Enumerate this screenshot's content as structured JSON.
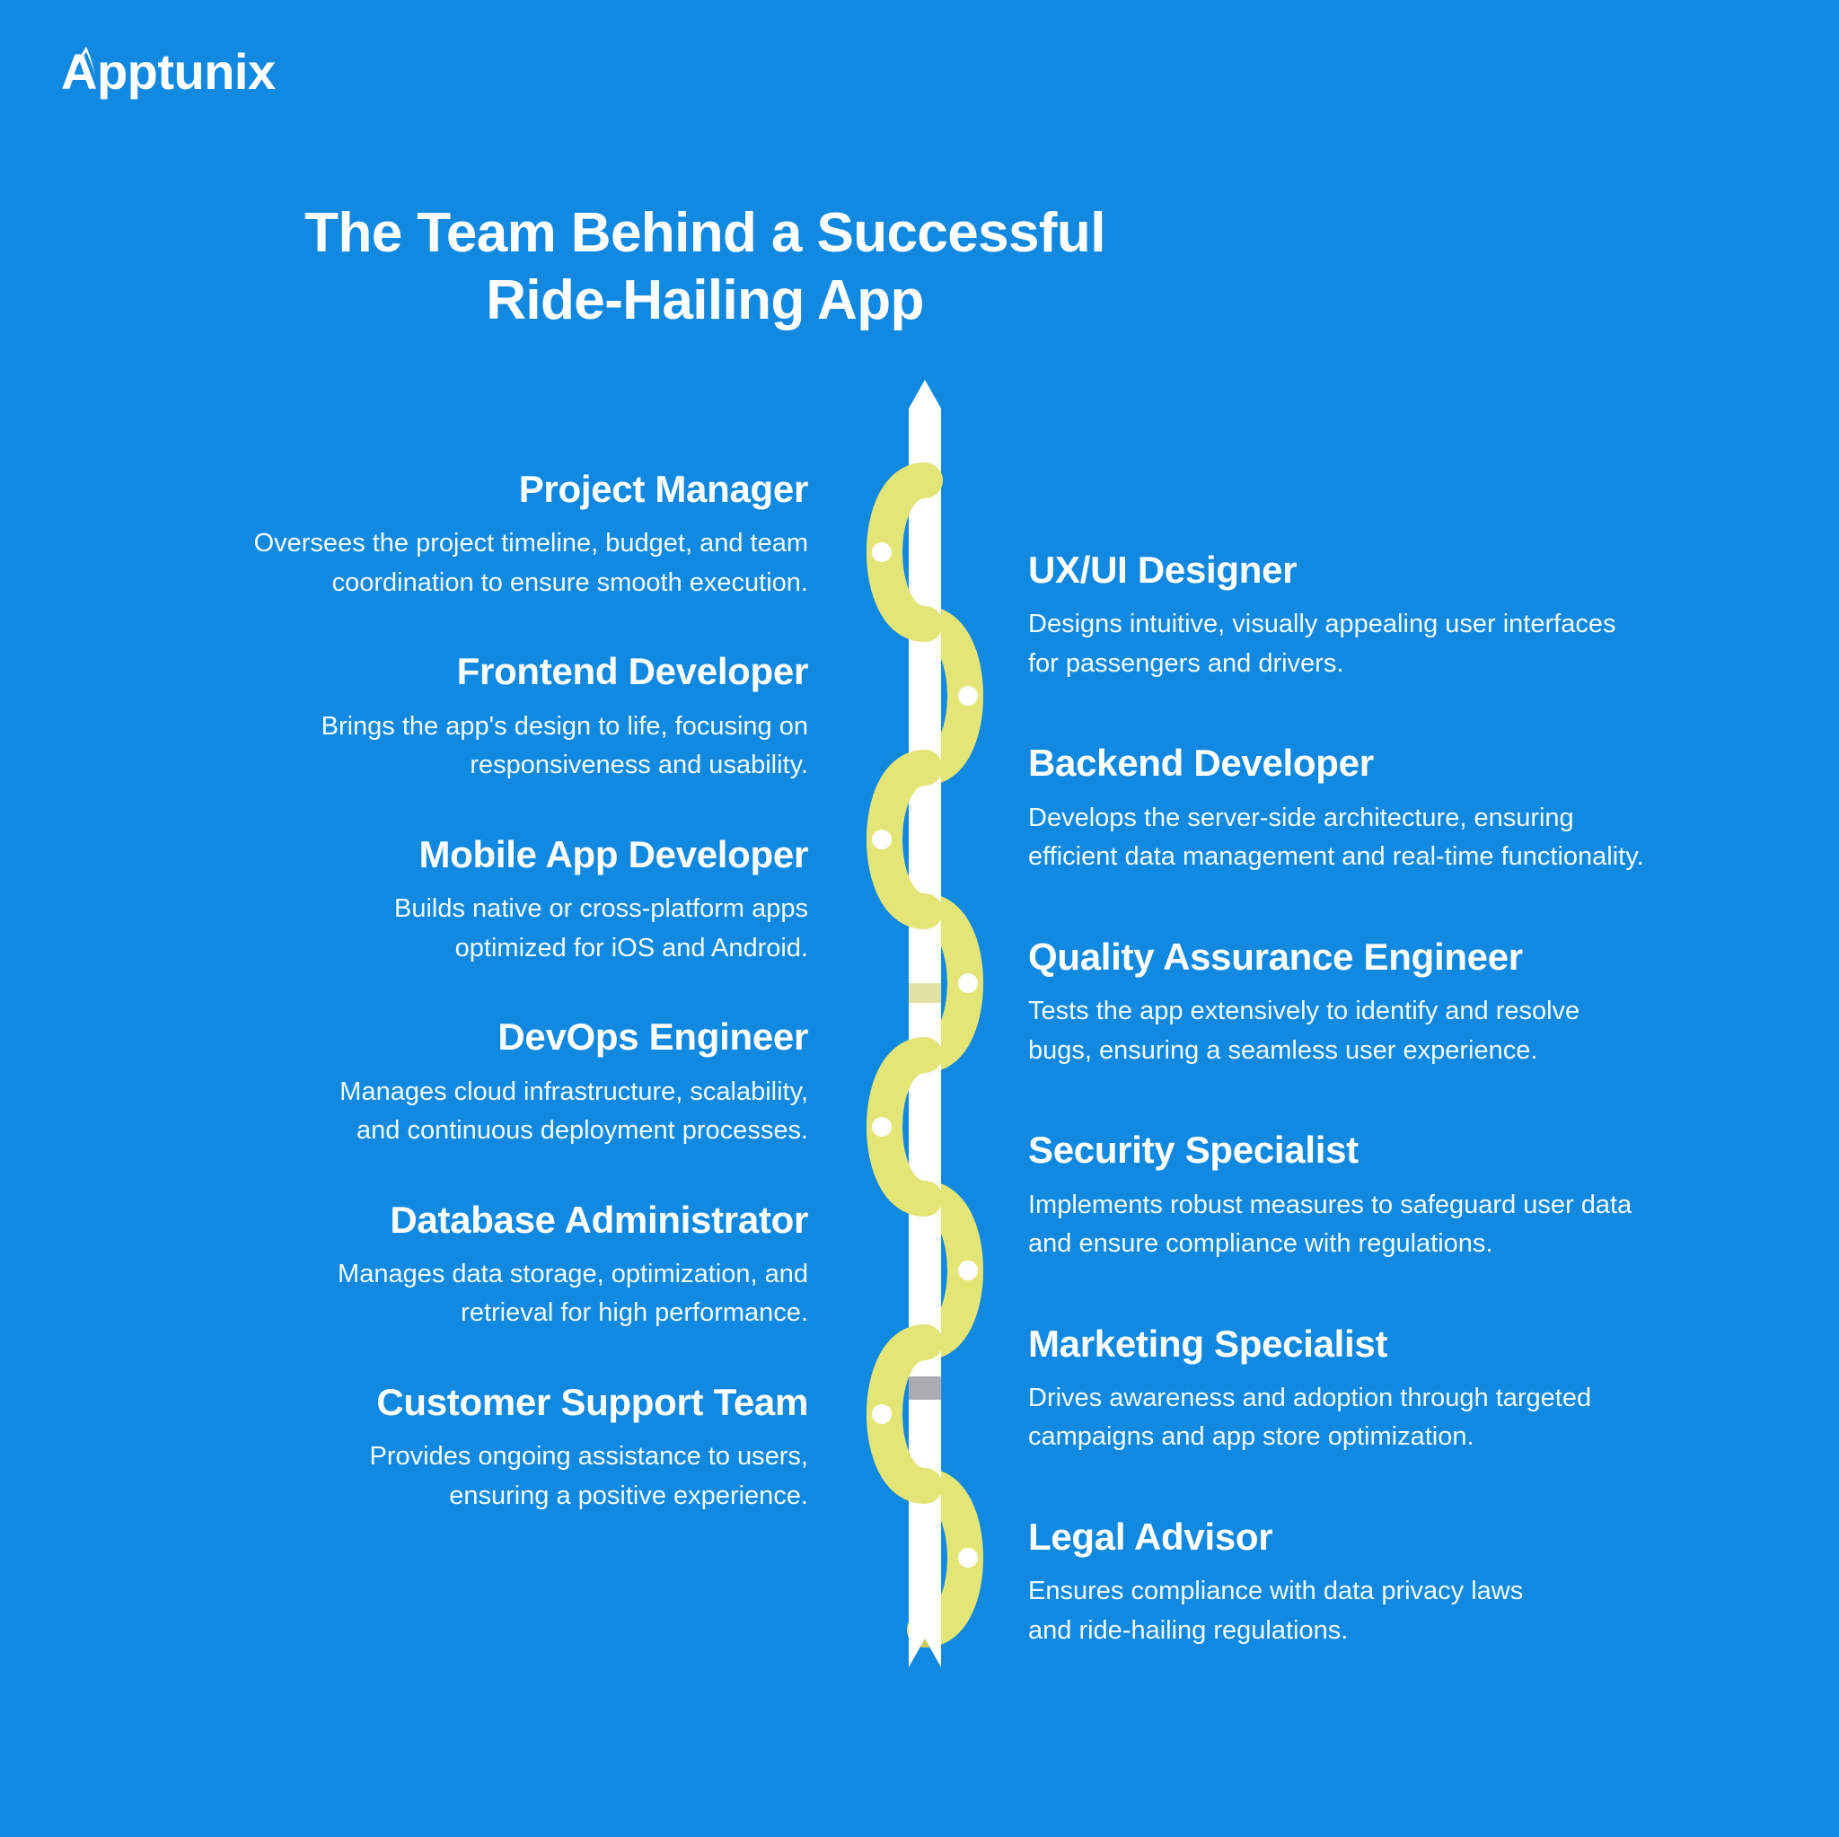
{
  "brand": {
    "name": "Apptunix",
    "logo_mark_icon": "apptunix-peak-icon"
  },
  "colors": {
    "background_blue": "#1189e0",
    "ribbon_yellow": "#e3e577",
    "ribbon_yellow_shadow": "#c8c95a",
    "arrow_white": "#ffffff",
    "arrow_shadow_gray": "#a9adb2",
    "text_white": "#ffffff"
  },
  "header": {
    "title_line_1": "The Team Behind a Successful",
    "title_line_2": "Ride-Hailing App"
  },
  "diagram": {
    "center_icon": "upward-arrow-with-helix-ribbon-icon",
    "node_marker_icon": "white-dot-node-icon",
    "node_count": 12
  },
  "left_column": [
    {
      "role": "Project Manager",
      "desc_lines": [
        "Oversees the project timeline, budget, and team",
        "coordination to ensure smooth execution."
      ]
    },
    {
      "role": "Frontend Developer",
      "desc_lines": [
        "Brings the app's design to life, focusing on",
        "responsiveness and usability."
      ]
    },
    {
      "role": "Mobile App Developer",
      "desc_lines": [
        "Builds native or cross-platform apps",
        "optimized for iOS and Android."
      ]
    },
    {
      "role": "DevOps Engineer",
      "desc_lines": [
        "Manages cloud infrastructure, scalability,",
        "and continuous deployment processes."
      ]
    },
    {
      "role": "Database Administrator",
      "desc_lines": [
        "Manages data storage, optimization, and",
        "retrieval for high performance."
      ]
    },
    {
      "role": "Customer Support Team",
      "desc_lines": [
        "Provides ongoing assistance to users,",
        "ensuring a positive experience."
      ]
    }
  ],
  "right_column": [
    {
      "role": "UX/UI Designer",
      "desc_lines": [
        "Designs intuitive, visually appealing user interfaces",
        "for passengers and drivers."
      ]
    },
    {
      "role": "Backend Developer",
      "desc_lines": [
        "Develops the server-side architecture, ensuring",
        "efficient data management and real-time functionality."
      ]
    },
    {
      "role": "Quality Assurance Engineer",
      "desc_lines": [
        "Tests the app extensively to identify and resolve",
        "bugs, ensuring a seamless user experience."
      ]
    },
    {
      "role": "Security Specialist",
      "desc_lines": [
        "Implements robust measures to safeguard user data",
        "and ensure compliance with regulations."
      ]
    },
    {
      "role": "Marketing Specialist",
      "desc_lines": [
        "Drives awareness and adoption through targeted",
        "campaigns and app store optimization."
      ]
    },
    {
      "role": "Legal Advisor",
      "desc_lines": [
        "Ensures compliance with data privacy laws",
        "and ride-hailing regulations."
      ]
    }
  ]
}
